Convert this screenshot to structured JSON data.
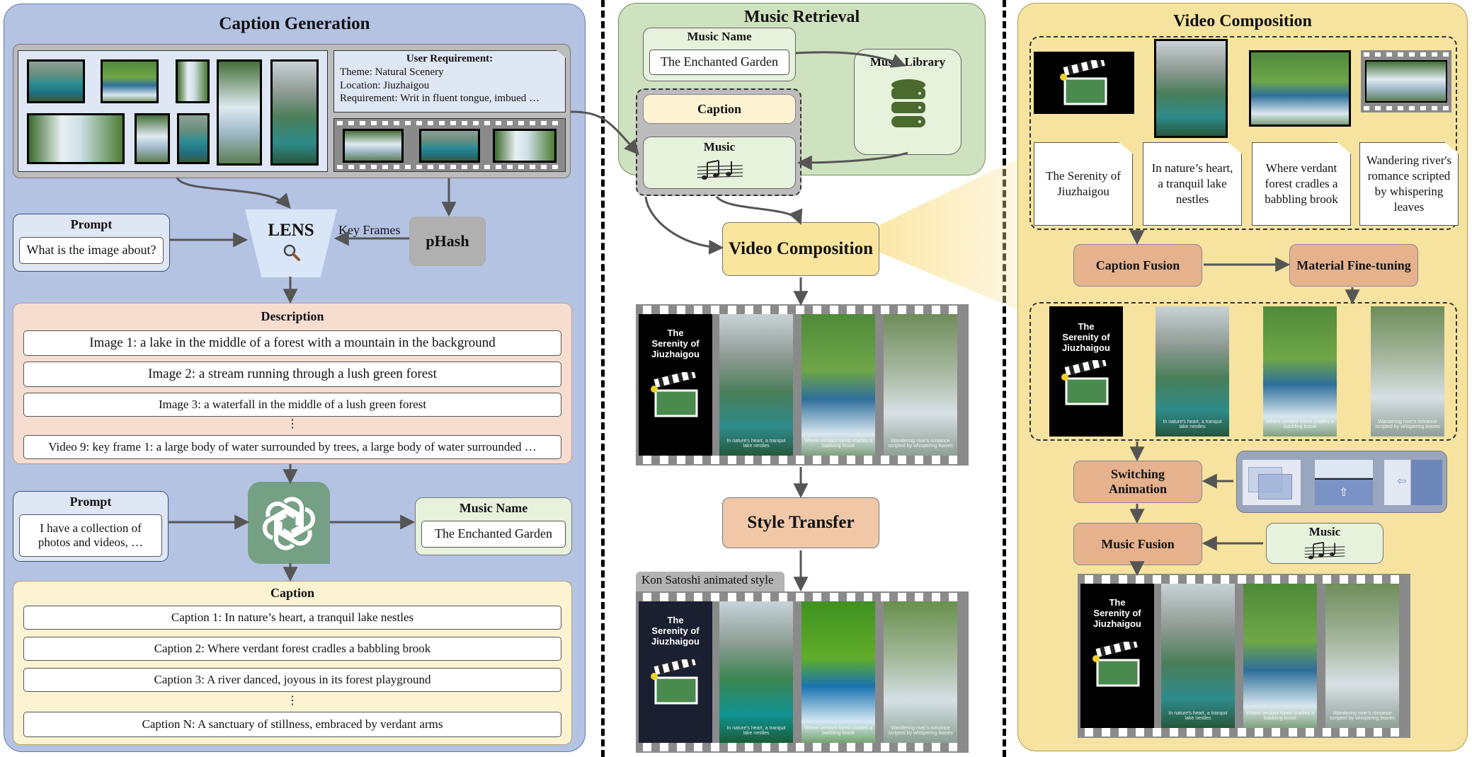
{
  "caption_generation": {
    "title": "Caption Generation",
    "user_requirement": {
      "heading": "User Requirement:",
      "lines": [
        "Theme: Natural Scenery",
        "Location: Jiuzhaigou",
        "Requirement: Writ in fluent tongue, imbued …"
      ]
    },
    "lens_label": "LENS",
    "phash_label": "pHash",
    "key_frames_label": "Key Frames",
    "prompt1": {
      "title": "Prompt",
      "text": "What is the image about?"
    },
    "description": {
      "title": "Description",
      "items": [
        "Image 1: a lake in the middle of a forest with a mountain in the background",
        "Image 2: a stream running through a lush green forest",
        "Image 3: a waterfall in the middle of a lush green forest",
        "⋮",
        "Video 9: key frame 1: a large body of water surrounded by trees, a large body of water surrounded …"
      ]
    },
    "prompt2": {
      "title": "Prompt",
      "text": "I have a collection of photos and videos, …"
    },
    "music_name": {
      "title": "Music Name",
      "text": "The Enchanted Garden"
    },
    "caption": {
      "title": "Caption",
      "items": [
        "Caption 1: In nature’s heart, a tranquil lake nestles",
        "Caption 2: Where verdant forest cradles a babbling brook",
        "Caption 3: A river danced, joyous in its forest playground",
        "⋮",
        "Caption N: A sanctuary of stillness, embraced by verdant arms"
      ]
    }
  },
  "music_retrieval": {
    "title": "Music Retrieval",
    "music_name": {
      "title": "Music Name",
      "text": "The Enchanted Garden"
    },
    "music_library": "Music Library",
    "caption": "Caption",
    "music": "Music"
  },
  "middle": {
    "video_composition": "Video Composition",
    "style_transfer": "Style Transfer",
    "style_label": "Kon Satoshi animated style",
    "video_title": "The Serenity of Jiuzhaigou",
    "subtitles": [
      "In nature's heart, a tranquil lake nestles",
      "Where verdant forest cradles a babbling brook",
      "Wandering river's romance scripted by whispering leaves"
    ]
  },
  "video_composition": {
    "title": "Video Composition",
    "cards": [
      "The Serenity of Jiuzhaigou",
      "In nature’s heart, a tranquil lake nestles",
      "Where verdant forest cradles a babbling brook",
      "Wandering river's romance scripted by whispering leaves"
    ],
    "caption_fusion": "Caption Fusion",
    "material_finetuning": "Material Fine-tuning",
    "switching_animation": "Switching Animation",
    "music_fusion": "Music Fusion",
    "music": "Music",
    "video_title": "The Serenity of Jiuzhaigou",
    "subtitles": [
      "In nature's heart, a tranquil lake nestles",
      "Where verdant forest cradles a babbling brook",
      "Wandering river's romance scripted by whispering leaves"
    ]
  },
  "colors": {
    "caption_panel": "#b4c3e2",
    "music_panel": "#cfe2bf",
    "composition_panel": "#f6e3a0",
    "description_box": "#f5ddd0",
    "caption_box": "#fbf3d2",
    "music_name_box": "#e6f2dc",
    "openai_green": "#75a084",
    "proc_orange": "#e6b28e",
    "video_comp_yellow": "#fae59e",
    "style_transfer": "#f0c8a8"
  }
}
